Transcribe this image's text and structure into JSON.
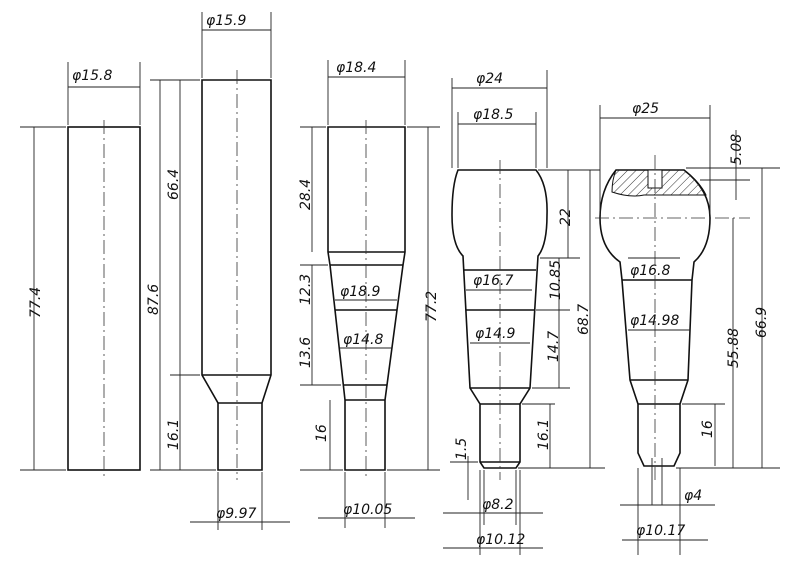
{
  "part1": {
    "dia": "φ15.8",
    "length": "77.4"
  },
  "part2": {
    "dia": "φ15.9",
    "total": "87.6",
    "body": "66.4",
    "shank": "16.1",
    "shank_dia": "φ9.97"
  },
  "part3": {
    "dia": "φ18.4",
    "top": "28.4",
    "band": "12.3",
    "taper": "13.6",
    "shank": "16",
    "dia_a": "φ18.9",
    "dia_b": "φ14.8",
    "total": "77.2",
    "shank_dia": "φ10.05"
  },
  "part4": {
    "dia_max": "φ24",
    "dia_top": "φ18.5",
    "head": "22",
    "dia_a": "φ16.7",
    "seg_a": "10.85",
    "dia_b": "φ14.9",
    "seg_b": "14.7",
    "total": "68.7",
    "chamfer": "1.5",
    "shank": "16.1",
    "tip_dia": "φ8.2",
    "shank_dia": "φ10.12"
  },
  "part5": {
    "dia": "φ25",
    "slot": "5.08",
    "dia_a": "φ16.8",
    "dia_b": "φ14.98",
    "center": "55.88",
    "total": "66.9",
    "shank": "16",
    "hole_dia": "φ4",
    "shank_dia": "φ10.17"
  },
  "colors": {
    "line": "#111111",
    "hatch": "#333333"
  }
}
